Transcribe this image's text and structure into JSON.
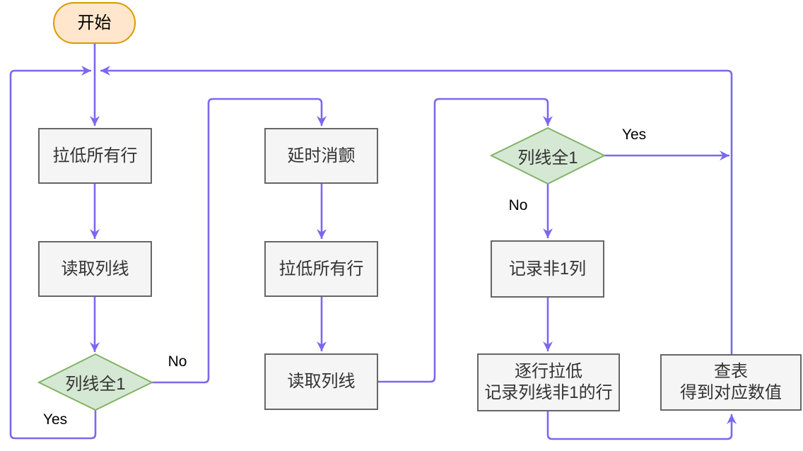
{
  "diagram": {
    "start": {
      "label": "开始"
    },
    "nodes": {
      "pull_rows_1": {
        "label": "拉低所有行"
      },
      "read_cols_1": {
        "label": "读取列线"
      },
      "decision_1": {
        "label": "列线全1"
      },
      "debounce": {
        "label": "延时消颤"
      },
      "pull_rows_2": {
        "label": "拉低所有行"
      },
      "read_cols_2": {
        "label": "读取列线"
      },
      "decision_2": {
        "label": "列线全1"
      },
      "record_col": {
        "label": "记录非1列"
      },
      "row_scan": {
        "line1": "逐行拉低",
        "line2": "记录列线非1的行"
      },
      "lookup": {
        "line1": "查表",
        "line2": "得到对应数值"
      }
    },
    "edge_labels": {
      "d1_no": "No",
      "d1_yes": "Yes",
      "d2_yes": "Yes",
      "d2_no": "No"
    },
    "colors": {
      "edge": "#7B68EE",
      "process_fill": "#F5F5F5",
      "process_border": "#666666",
      "decision_fill": "#D5E8D4",
      "decision_border": "#82B366",
      "start_fill": "#FFE6CC",
      "start_border": "#D79B00"
    }
  }
}
